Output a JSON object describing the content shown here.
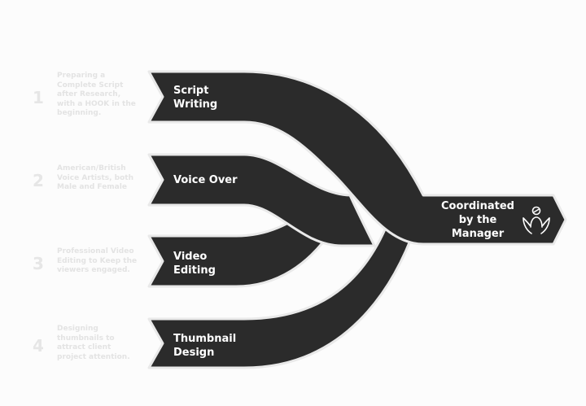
{
  "steps": [
    {
      "number": "1",
      "description": "Preparing a Complete Script after Research, with a HOOK in the beginning.",
      "label": "Script\nWriting"
    },
    {
      "number": "2",
      "description": "American/British Voice Artists, both Male and Female",
      "label": "Voice Over"
    },
    {
      "number": "3",
      "description": "Professional Video Editing to Keep the viewers engaged.",
      "label": "Video\nEditing"
    },
    {
      "number": "4",
      "description": "Designing thumbnails to attract client project attention.",
      "label": "Thumbnail\nDesign"
    }
  ],
  "hub": {
    "label": "Coordinated\nby the\nManager",
    "icon": "manager-hands-icon"
  },
  "colors": {
    "band": "#2b2b2b",
    "outline": "#e9e9e9",
    "background": "#fcfcfc",
    "faded_text": "#e3e3e3"
  }
}
